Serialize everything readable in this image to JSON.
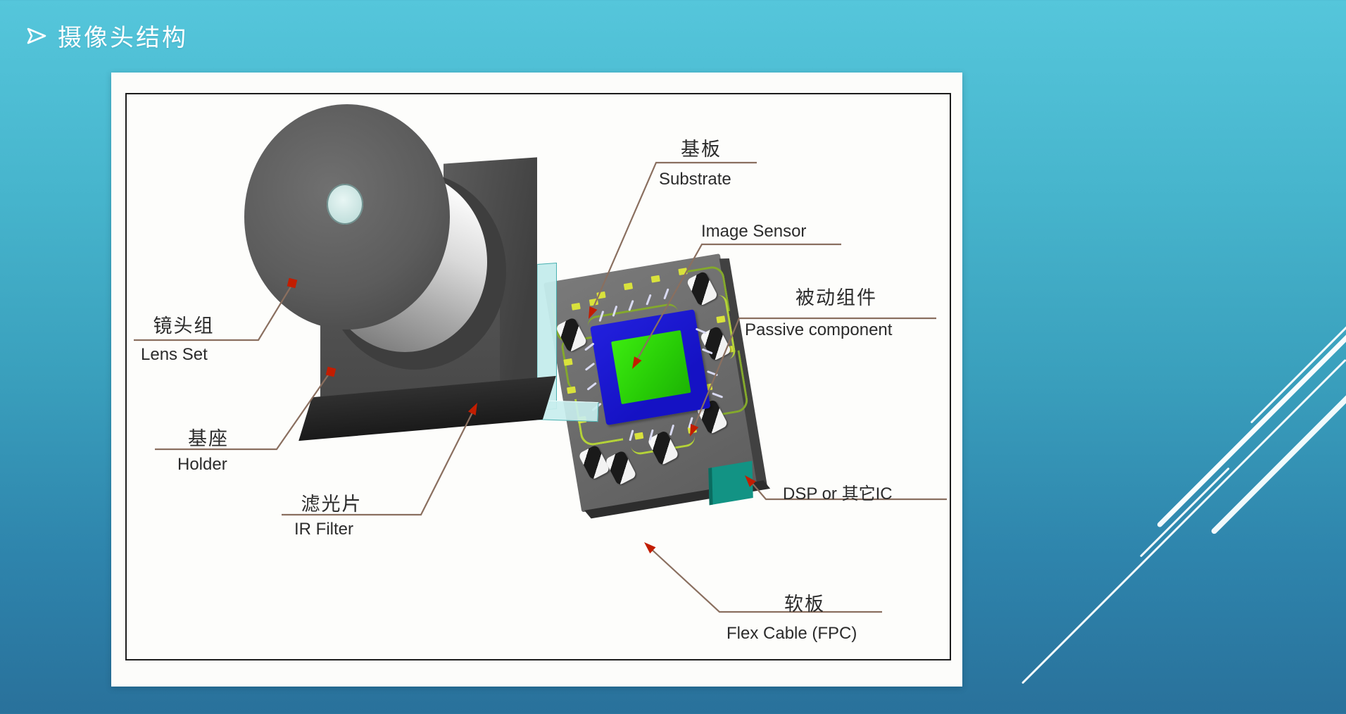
{
  "slide": {
    "title": "摄像头结构",
    "bullet_icon": "right-arrowhead"
  },
  "figure": {
    "labels": {
      "lens_zh": "镜头组",
      "lens_en": "Lens Set",
      "holder_zh": "基座",
      "holder_en": "Holder",
      "filter_zh": "滤光片",
      "filter_en": "IR Filter",
      "substrate_zh": "基板",
      "substrate_en": "Substrate",
      "image_sensor_en": "Image Sensor",
      "passive_zh": "被动组件",
      "passive_en": "Passive component",
      "dsp": "DSP or  其它IC",
      "flex_zh": "软板",
      "flex_en": "Flex Cable (FPC)"
    },
    "colors": {
      "background_top": "#55c6db",
      "background_bottom": "#29719b",
      "panel": "#fcfcfa",
      "leader_line": "#8a6f5f",
      "arrow_red": "#c21d00",
      "sensor_package_blue": "#1512c4",
      "sensor_die_green": "#2fd60a",
      "ir_filter_glass": "#c8ecec",
      "flex_connector_teal": "#129384",
      "pcb_gray": "#6e6e6e"
    }
  }
}
